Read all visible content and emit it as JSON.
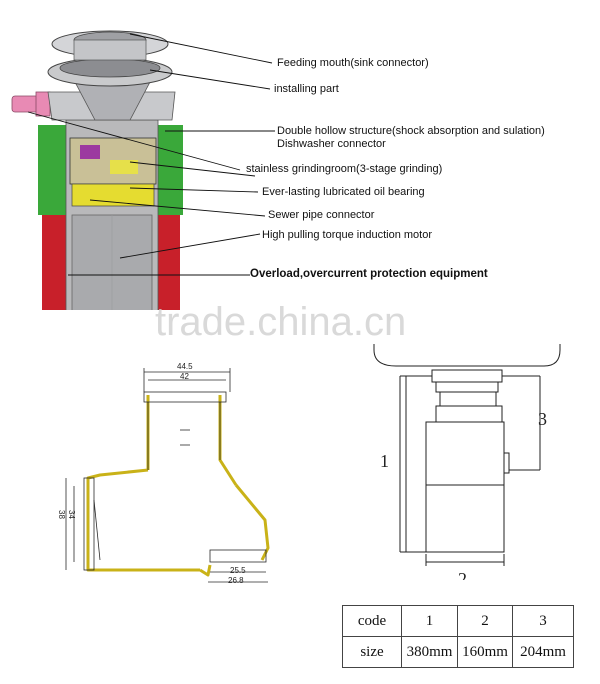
{
  "callouts": {
    "feeding_mouth": "Feeding mouth(sink connector)",
    "installing_part": "installing part",
    "double_hollow": "Double hollow structure(shock absorption and sulation)",
    "dishwasher": "Dishwasher connector",
    "grinding_room": "stainless grindingroom(3-stage grinding)",
    "oil_bearing": "Ever-lasting lubricated oil bearing",
    "sewer_pipe": "Sewer pipe connector",
    "motor": "High pulling torque induction motor",
    "overload": "Overload,overcurrent protection equipment"
  },
  "watermark": "trade.china.cn",
  "pipe_dims": {
    "top_outer": "44.5",
    "top_inner": "42",
    "side_outer": "38",
    "side_inner": "34",
    "bottom_inner": "25.5",
    "bottom_outer": "26.8"
  },
  "outline_labels": {
    "height": "1",
    "width": "2",
    "body_height": "3"
  },
  "spec_table": {
    "header_code": "code",
    "header_size": "size",
    "codes": [
      "1",
      "2",
      "3"
    ],
    "sizes": [
      "380mm",
      "160mm",
      "204mm"
    ]
  },
  "colors": {
    "housing_red": "#c8202a",
    "collar_green": "#3aa83a",
    "pipe_yellow": "#d8c21a",
    "connector_pink": "#e88ab4"
  }
}
